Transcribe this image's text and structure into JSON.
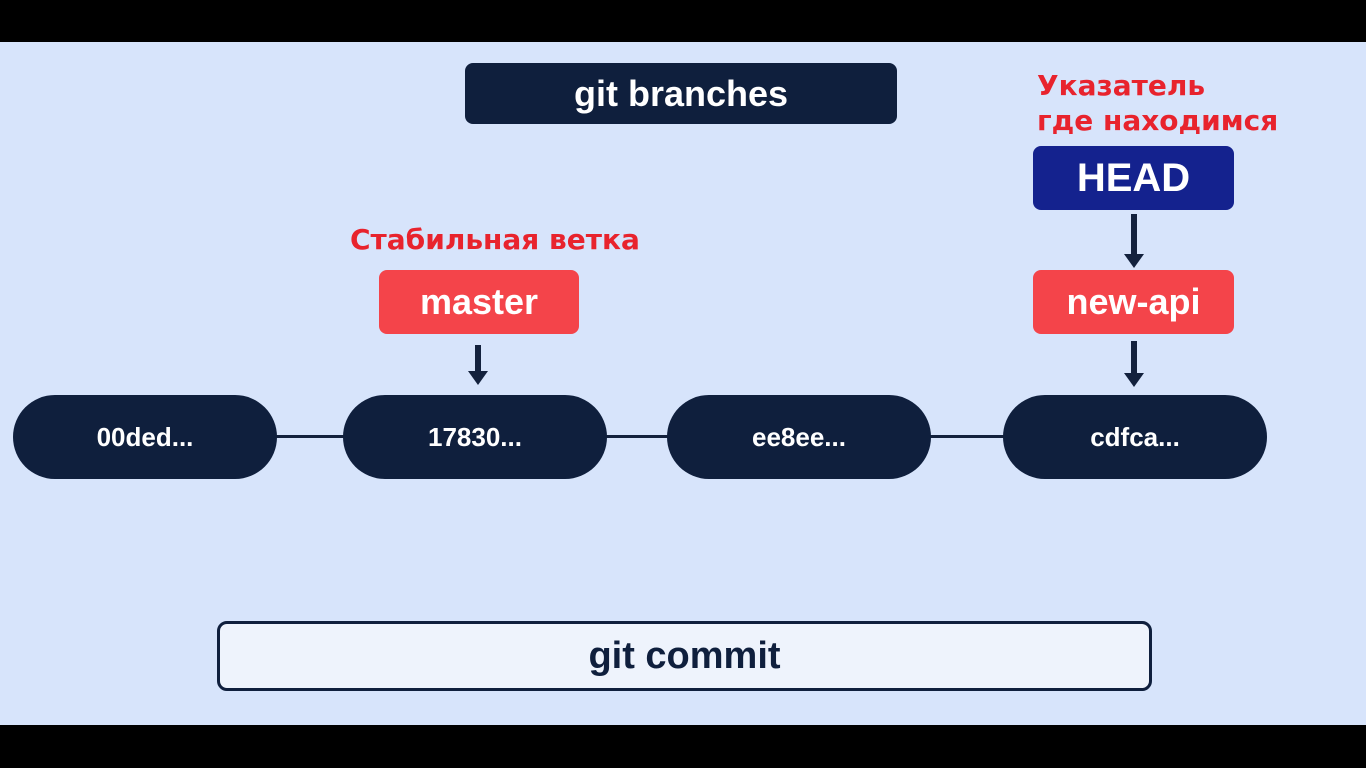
{
  "title": "git branches",
  "commits": [
    "00ded...",
    "17830...",
    "ee8ee...",
    "cdfca..."
  ],
  "branches": {
    "master": {
      "label": "master",
      "note": "Стабильная ветка"
    },
    "new_api": {
      "label": "new-api"
    }
  },
  "head": {
    "label": "HEAD",
    "note": "Указатель\nгде находимся"
  },
  "command": "git commit",
  "colors": {
    "background": "#d7e4fb",
    "node": "#0f1f3d",
    "branch": "#f4444a",
    "head": "#14228e",
    "note_text": "#e8232d"
  }
}
